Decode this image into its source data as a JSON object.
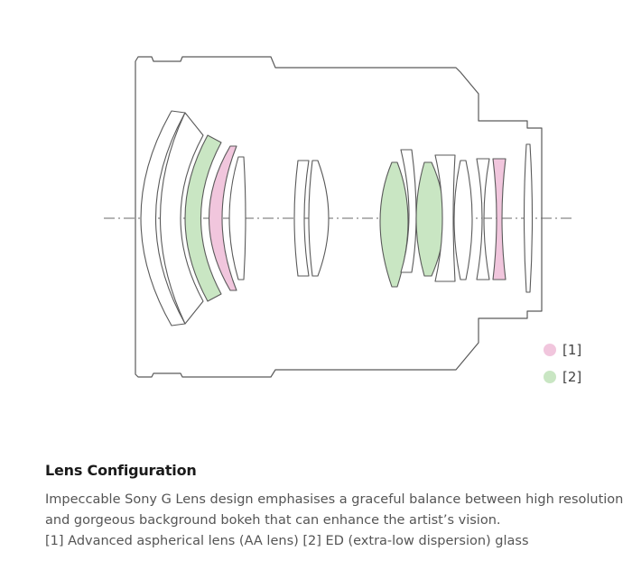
{
  "diagram": {
    "colors": {
      "outline": "#5a5a5a",
      "axis": "#6a6a6a",
      "aspherical": "#f1c6dd",
      "ed_glass": "#c9e6c3"
    },
    "legend": [
      {
        "label": "[1]",
        "color": "#f1c6dd"
      },
      {
        "label": "[2]",
        "color": "#c9e6c3"
      }
    ]
  },
  "caption": {
    "title": "Lens Configuration",
    "lines": [
      "Impeccable Sony G Lens design emphasises a graceful balance between high resolution",
      "and gorgeous background bokeh that can enhance the artist’s vision.",
      "[1] Advanced aspherical lens (AA lens)  [2] ED (extra-low dispersion) glass"
    ]
  }
}
